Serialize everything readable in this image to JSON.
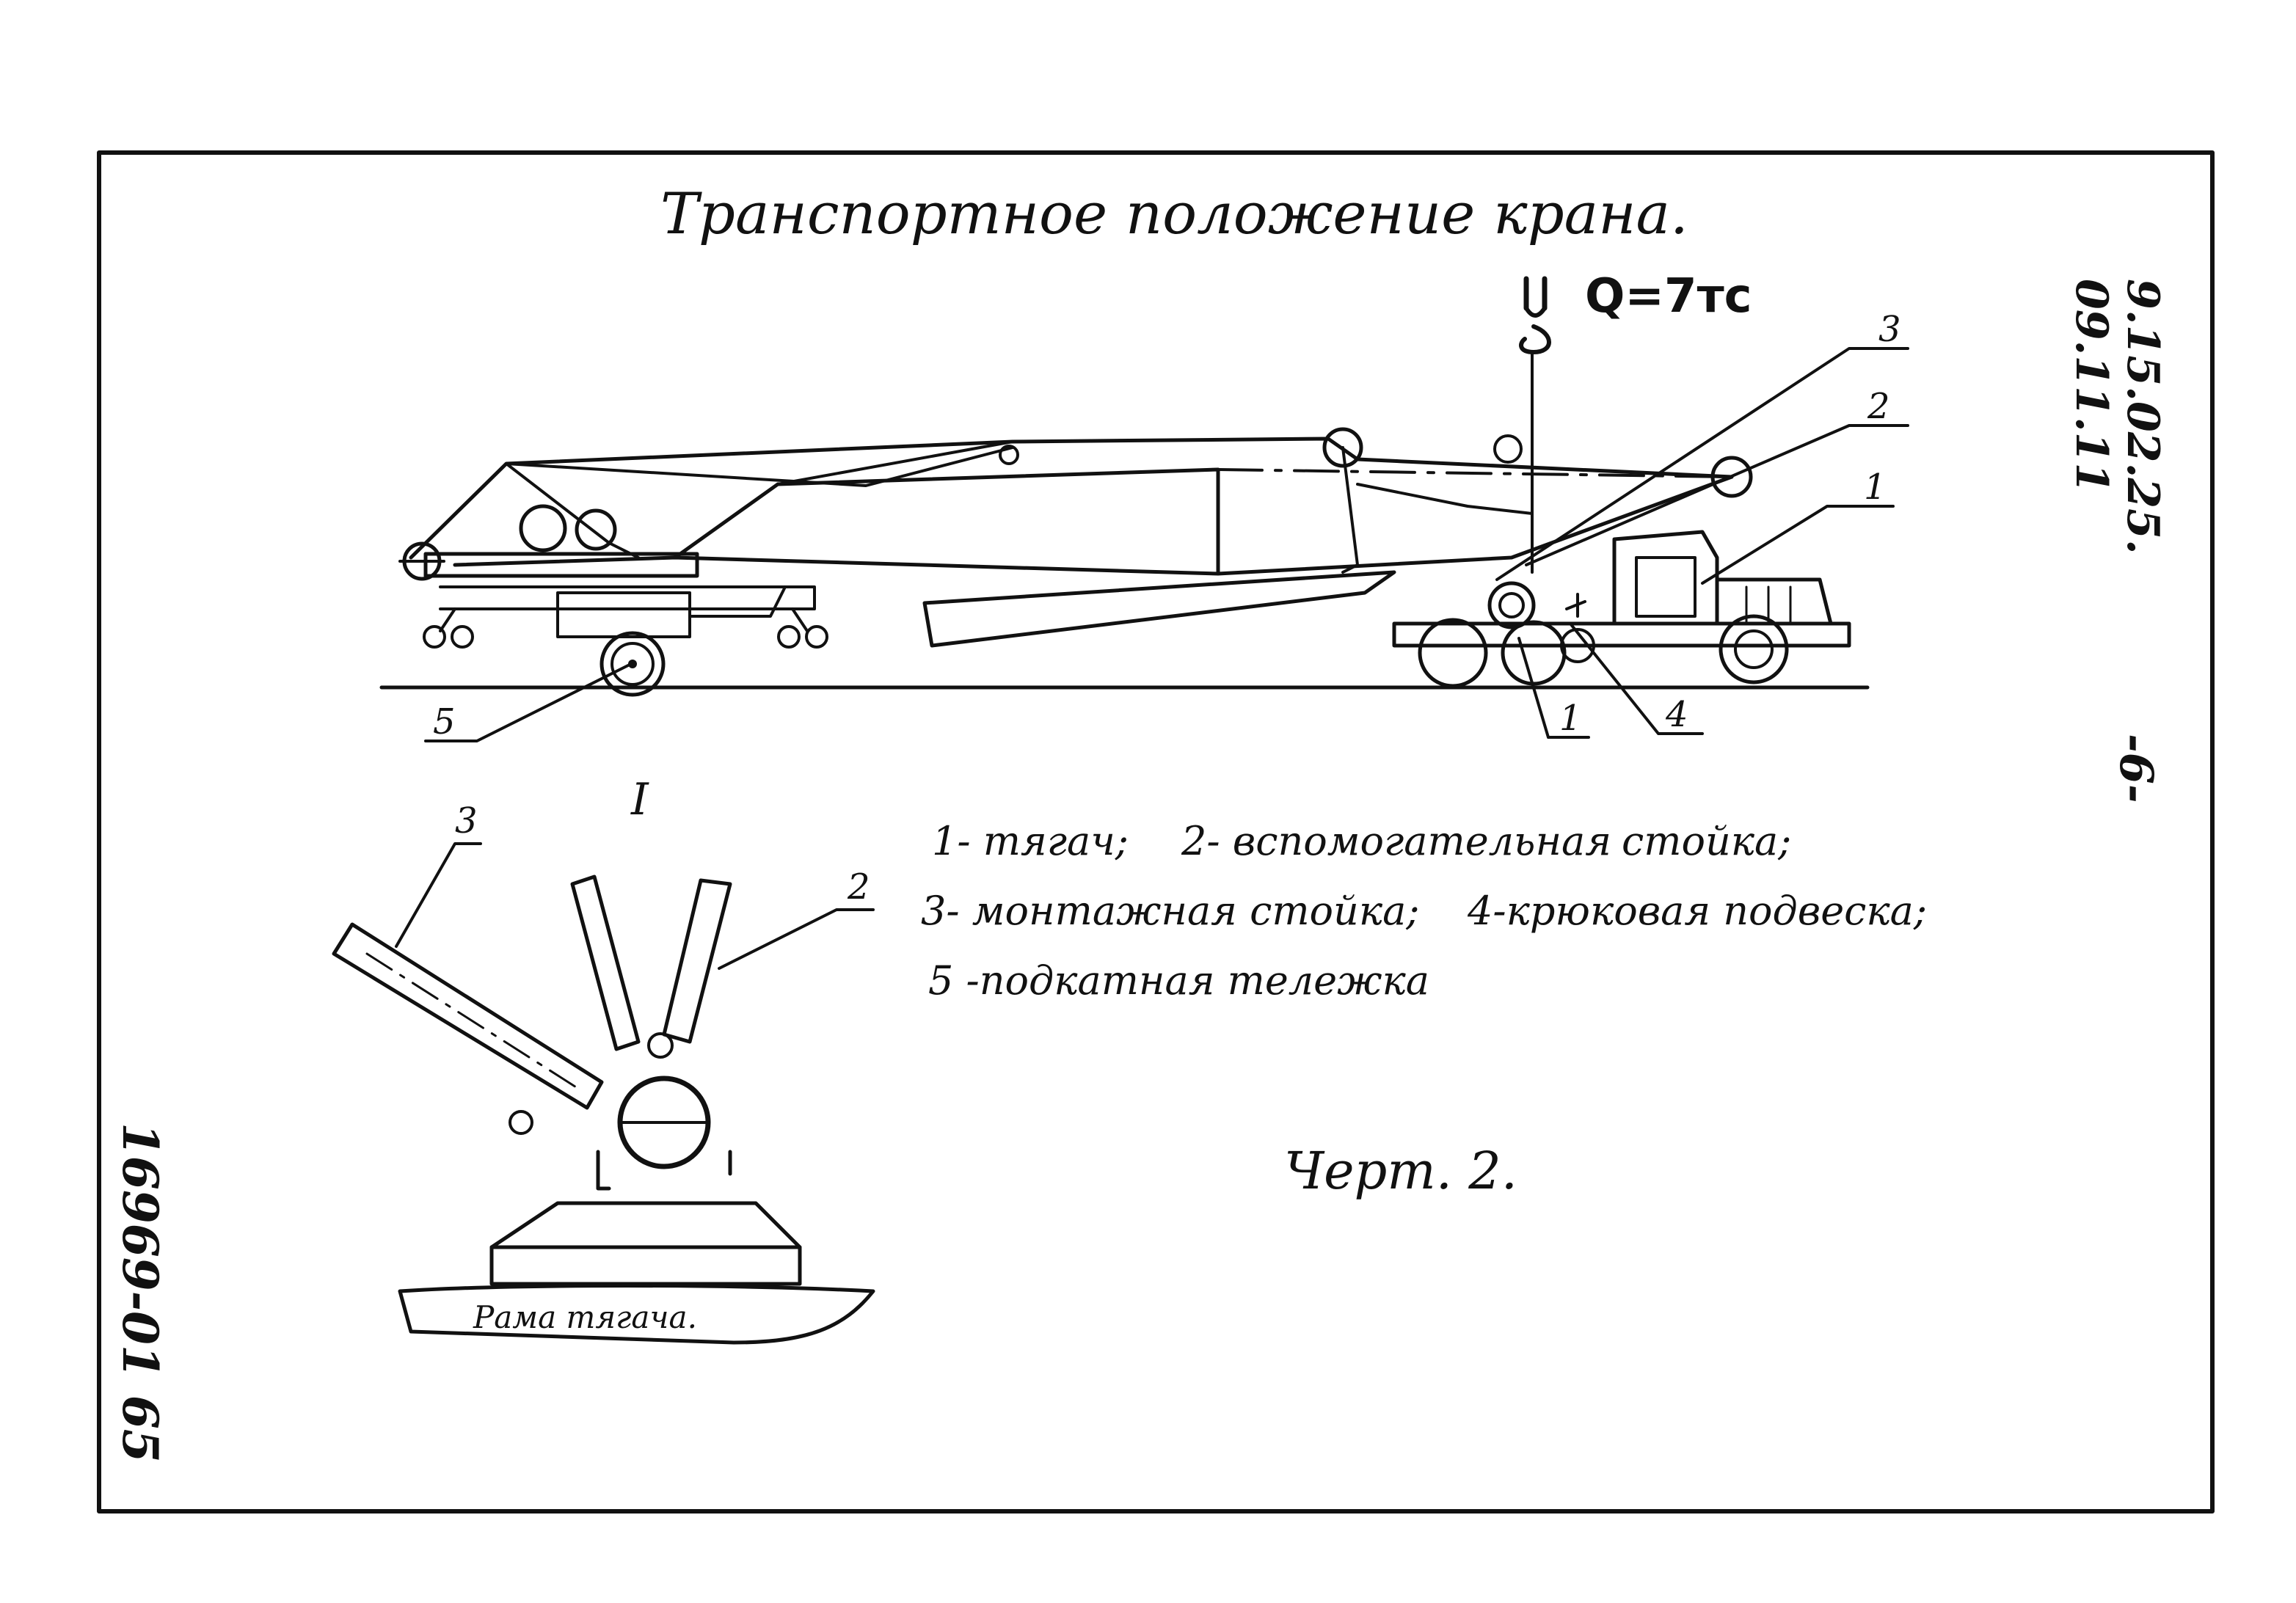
{
  "title": "Транспортное положение крана.",
  "load_capacity": "Q=7тс",
  "side_code": "9.15.02.25.",
  "side_date": "09.11.11",
  "page_number": "-6-",
  "archive_number": "16969-01 65",
  "section_mark": "I",
  "drawing_caption": "Черт. 2.",
  "frame_label": "Рама тягача.",
  "callouts_main": [
    "3",
    "2",
    "1",
    "1",
    "4",
    "5"
  ],
  "callouts_detail": [
    "3",
    "2"
  ],
  "legend": [
    "1- тягач;",
    "2- вспомогательная",
    "стойка;",
    "3- монтажная стойка;",
    "4-крюковая подвеска;",
    "5 -подкатная тележка"
  ]
}
